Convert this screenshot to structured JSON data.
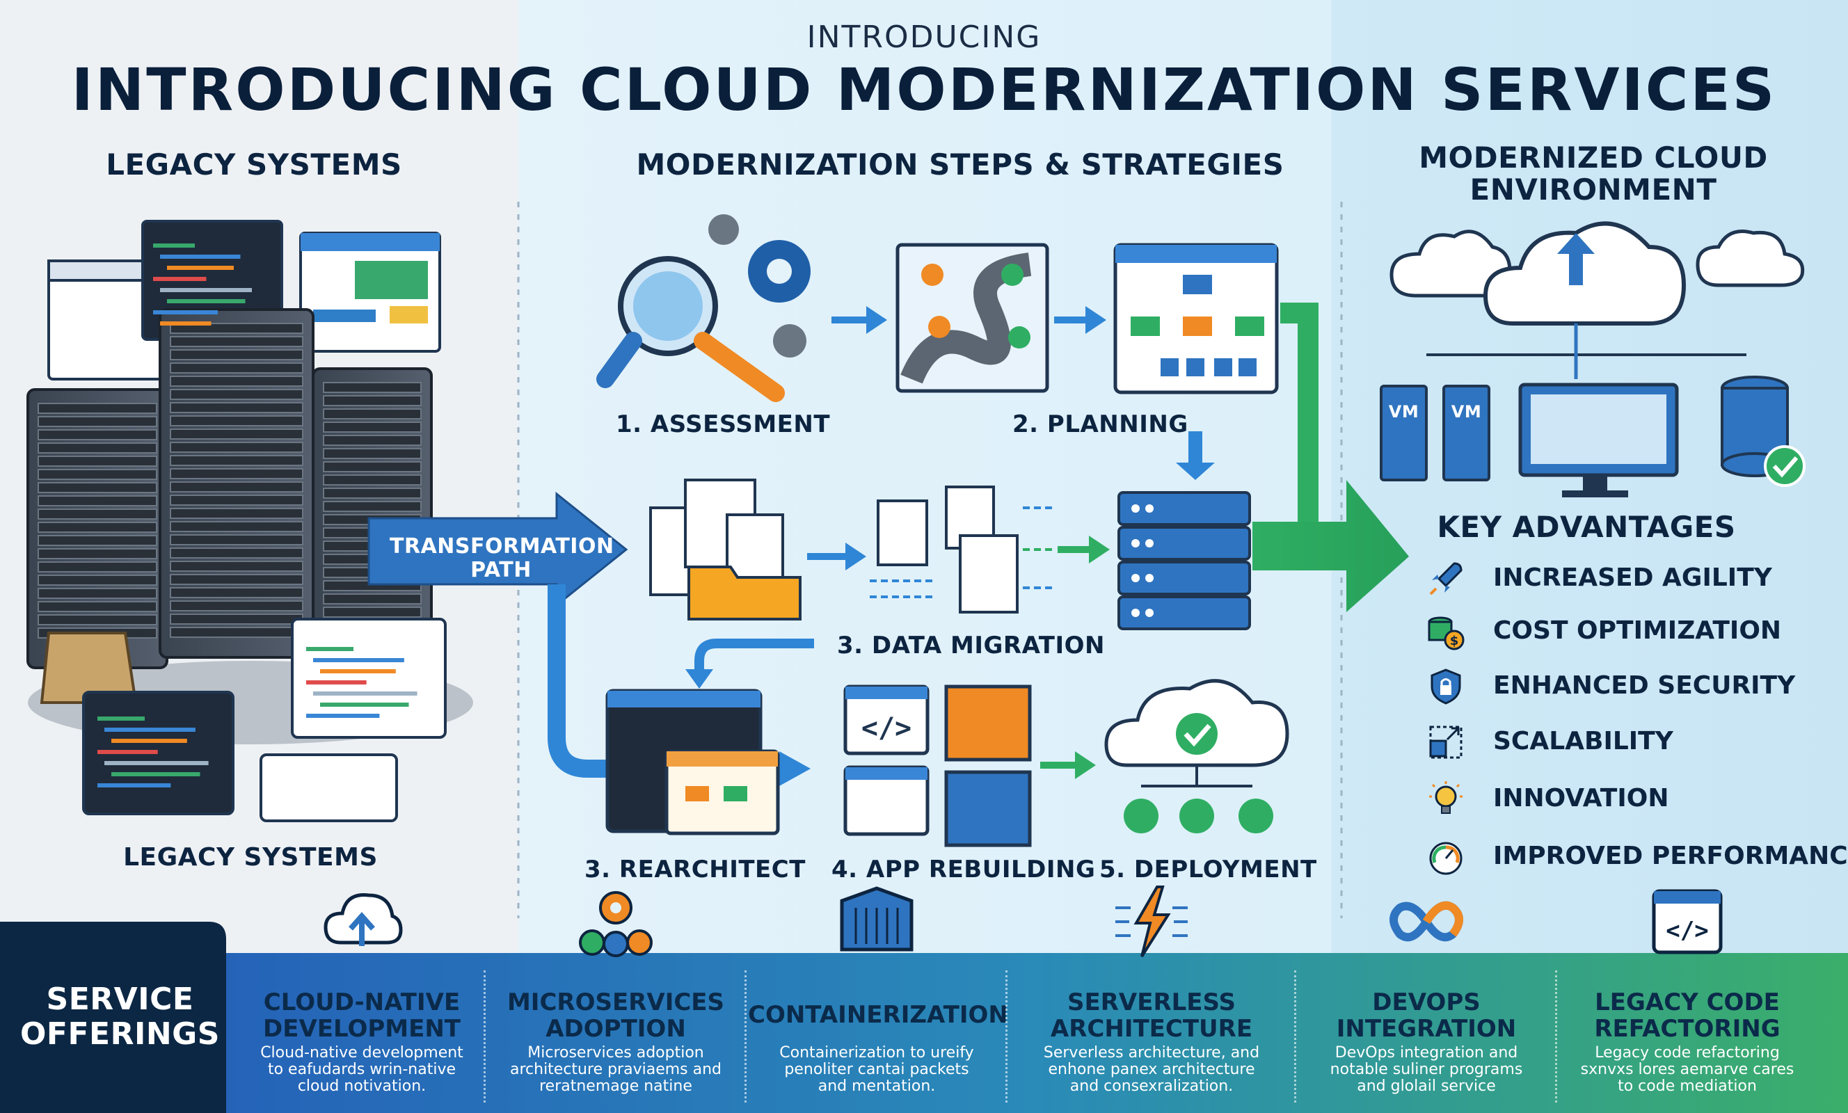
{
  "header": {
    "eyebrow": "INTRODUCING",
    "title": "INTRODUCING CLOUD MODERNIZATION SERVICES"
  },
  "columns": {
    "legacy": "LEGACY SYSTEMS",
    "steps": "MODERNIZATION STEPS & STRATEGIES",
    "cloud_line1": "MODERNIZED CLOUD",
    "cloud_line2": "ENVIRONMENT"
  },
  "legacy": {
    "bottom_label": "LEGACY SYSTEMS",
    "path_line1": "TRANSFORMATION",
    "path_line2": "PATH"
  },
  "steps": {
    "assessment": "1. ASSESSMENT",
    "planning": "2. PLANNING",
    "data_migration": "3. DATA MIGRATION",
    "rearchitect": "3. REARCHITECT",
    "app_rebuilding": "4. APP REBUILDING",
    "deployment": "5. DEPLOYMENT"
  },
  "cloud": {
    "vm1": "VM",
    "vm2": "VM"
  },
  "advantages": {
    "title": "KEY ADVANTAGES",
    "items": [
      {
        "label": "INCREASED AGILITY",
        "icon": "rocket-icon"
      },
      {
        "label": "COST OPTIMIZATION",
        "icon": "coins-icon"
      },
      {
        "label": "ENHANCED SECURITY",
        "icon": "shield-lock-icon"
      },
      {
        "label": "SCALABILITY",
        "icon": "scale-arrows-icon"
      },
      {
        "label": "INNOVATION",
        "icon": "lightbulb-icon"
      },
      {
        "label": "IMPROVED PERFORMANCE",
        "icon": "gauge-icon"
      }
    ]
  },
  "offerings": {
    "tab_line1": "SERVICE",
    "tab_line2": "OFFERINGS",
    "items": [
      {
        "title_line1": "CLOUD-NATIVE",
        "title_line2": "DEVELOPMENT",
        "desc": [
          "Cloud-native development",
          "to eafudards wrin-native",
          "cloud notivation."
        ],
        "icon": "cloud-upload-icon"
      },
      {
        "title_line1": "MICROSERVICES",
        "title_line2": "ADOPTION",
        "desc": [
          "Microservices adoption",
          "architecture praviaems and",
          "reratnemage natine"
        ],
        "icon": "gears-icon"
      },
      {
        "title_line1": "CONTAINERIZATION",
        "title_line2": "",
        "desc": [
          "Containerization to ureify",
          "penoliter cantai packets",
          "and mentation."
        ],
        "icon": "container-icon"
      },
      {
        "title_line1": "SERVERLESS",
        "title_line2": "ARCHITECTURE",
        "desc": [
          "Serverless architecture, and",
          "enhone panex architecture",
          "and consexralization."
        ],
        "icon": "lightning-icon"
      },
      {
        "title_line1": "DEVOPS",
        "title_line2": "INTEGRATION",
        "desc": [
          "DevOps integration and",
          "notable suliner programs",
          "and glolail service"
        ],
        "icon": "infinity-loop-icon"
      },
      {
        "title_line1": "LEGACY CODE",
        "title_line2": "REFACTORING",
        "desc": [
          "Legacy code refactoring",
          "sxnvxs lores aemarve cares",
          "to code mediation"
        ],
        "icon": "code-window-icon"
      }
    ]
  },
  "colors": {
    "navy": "#0d2440",
    "blue": "#2f7fc8",
    "green": "#2fae63",
    "orange": "#f08a24",
    "offer_gradient_start": "#2563b8",
    "offer_gradient_end": "#3bae6a"
  }
}
